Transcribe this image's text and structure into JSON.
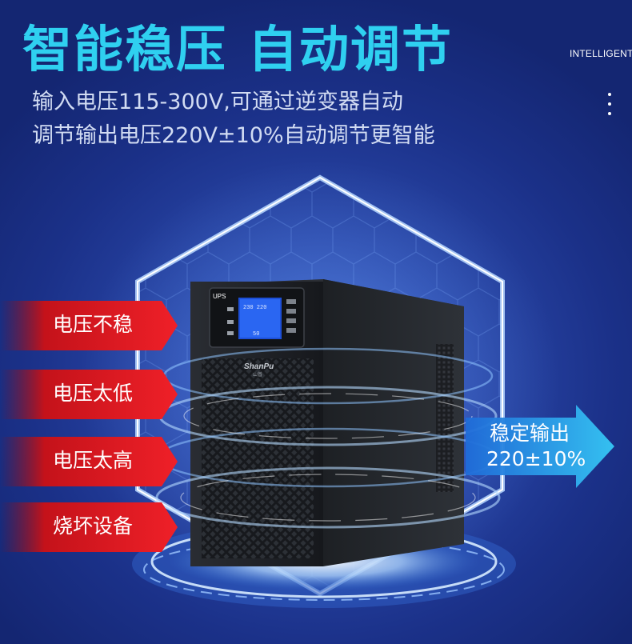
{
  "headline": {
    "part1": "智能稳压",
    "part2": "自动调节"
  },
  "tag": "INTELLIGENT",
  "subtitle": {
    "line1": "输入电压115-300V,可通过逆变器自动",
    "line2": "调节输出电压220V±10%自动调节更智能"
  },
  "input_problems": [
    "电压不稳",
    "电压太低",
    "电压太高",
    "烧坏设备"
  ],
  "output": {
    "line1": "稳定输出",
    "line2": "220±10%"
  },
  "device": {
    "brand": "ShanPu",
    "brand_cn": "山普",
    "panel_label": "UPS",
    "lcd_top": "230 220",
    "lcd_bottom": "50"
  },
  "colors": {
    "headline": "#2fd0f0",
    "problem_tab": "#d8141a",
    "output_tab": "#1ea0e8",
    "background": "#1b3189"
  }
}
